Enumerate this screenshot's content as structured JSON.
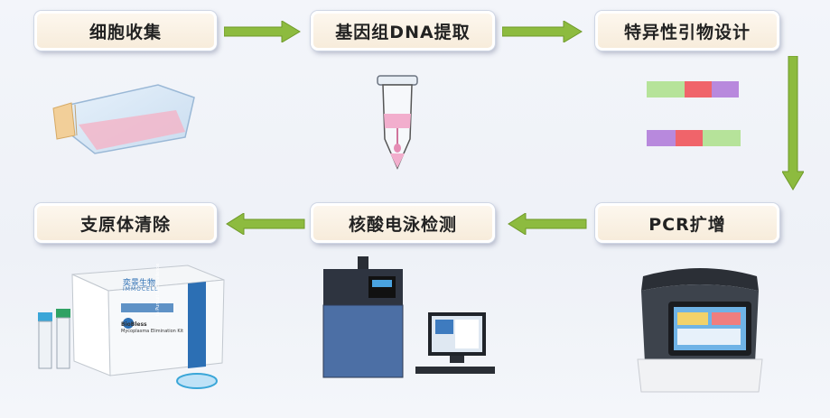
{
  "steps": {
    "cell_collection": "细胞收集",
    "dna_extraction": "基因组DNA提取",
    "primer_design": "特异性引物设计",
    "pcr": "PCR扩增",
    "electrophoresis": "核酸电泳检测",
    "mycoplasma_removal": "支原体清除"
  },
  "kit": {
    "brand_cn": "奕景生物",
    "brand_en": "IMMOCELL",
    "product_line1": "BioBless",
    "product_line2": "Mycoplasma Elimination Kit",
    "side_text": "In Pursuit of Excellence"
  },
  "colors": {
    "arrow": "#8dbb3f",
    "step_fill": "#fbf3e6",
    "primer_green": "#b6e39a",
    "primer_red": "#f0646a",
    "primer_purple": "#b889dd"
  },
  "icons": [
    "culture-flask",
    "centrifuge-tube",
    "primer-bars",
    "thermal-cycler",
    "gel-imager",
    "kit-box"
  ]
}
